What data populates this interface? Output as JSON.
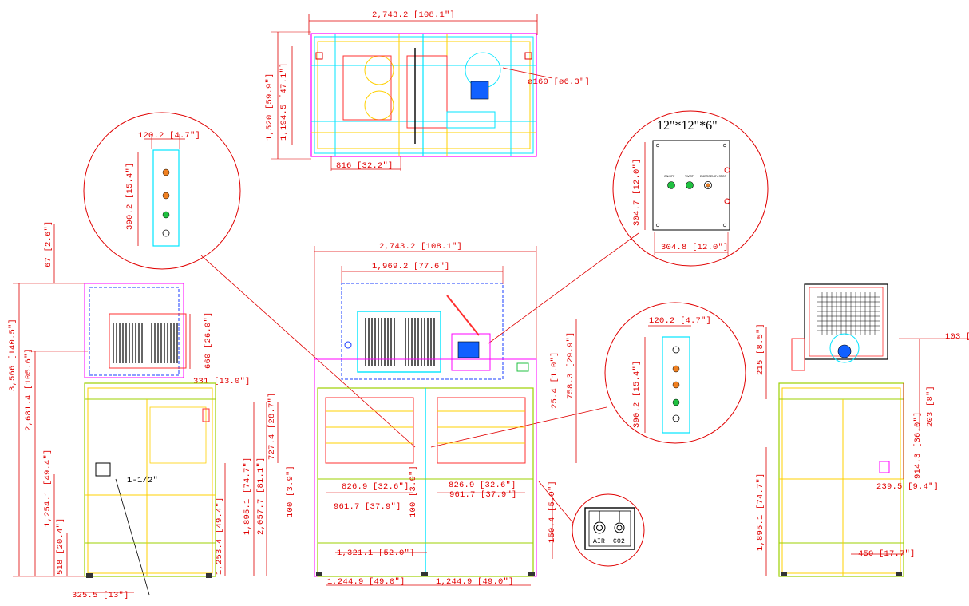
{
  "top_view": {
    "width_dim": "2,743.2 [108.1\"]",
    "height_dim": "1,520 [59.9\"]",
    "inner_height_dim": "1,194.5 [47.1\"]",
    "span_dim": "816 [32.2\"]",
    "duct_dim": "ø160 [ø6.3\"]"
  },
  "callout_left_panel": {
    "width_dim": "120.2 [4.7\"]",
    "height_dim": "390.2 [15.4\"]"
  },
  "callout_junction_box": {
    "title": "12\"*12\"*6\"",
    "height_dim": "304.7 [12.0\"]",
    "width_dim": "304.8 [12.0\"]",
    "labels": [
      "ON/OFF",
      "TWIST",
      "EMERGENCY STOP"
    ]
  },
  "callout_right_panel": {
    "width_dim": "120.2 [4.7\"]",
    "height_dim": "390.2 [15.4\"]"
  },
  "callout_ports": {
    "labels": [
      "AIR",
      "CO2"
    ]
  },
  "left_view": {
    "top_offset": "67 [2.6\"]",
    "total_height": "3,566 [140.5\"]",
    "height_2": "2,681.4 [105.6\"]",
    "coil_height": "660 [26.0\"]",
    "coil_depth": "331 [13.0\"]",
    "upper_right": "727.4 [28.7\"]",
    "height_3": "1,254.1 [49.4\"]",
    "height_4": "1,253.4 [49.4\"]",
    "height_5": "1,895.1 [74.7\"]",
    "height_6": "2,057.7 [81.1\"]",
    "foot_height": "518 [20.4\"]",
    "foot_width": "325.5 [13\"]",
    "pipe_size": "1-1/2\""
  },
  "front_view": {
    "overall_width": "2,743.2 [108.1\"]",
    "upper_width": "1,969.2 [77.6\"]",
    "dim_25": "25.4 [1.0\"]",
    "dim_758": "758.3 [29.9\"]",
    "dim_826_l": "826.9 [32.6\"]",
    "dim_826_r": "826.9 [32.6\"]",
    "dim_961_l": "961.7 [37.9\"]",
    "dim_961_r": "961.7 [37.9\"]",
    "dim_100_l": "100 [3.9\"]",
    "dim_100_m": "100 [3.9\"]",
    "dim_150": "150.4 [5.9\"]",
    "dim_1321": "1,321.1 [52.0\"]",
    "bottom_l": "1,244.9 [49.0\"]",
    "bottom_r": "1,244.9 [49.0\"]"
  },
  "right_view": {
    "dim_103": "103 [",
    "dim_215": "215 [8.5\"]",
    "dim_203": "203 [8\"]",
    "dim_914": "914.3 [36.0\"]",
    "dim_239": "239.5 [9.4\"]",
    "dim_1895": "1,895.1 [74.7\"]",
    "dim_450": "450 [17.7\"]"
  }
}
